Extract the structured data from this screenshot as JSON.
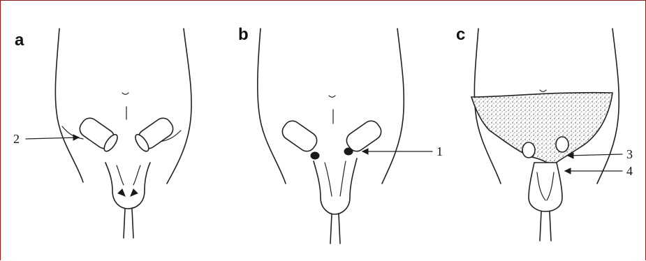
{
  "figure": {
    "panels": [
      {
        "letter": "a",
        "callouts": [
          "2"
        ]
      },
      {
        "letter": "b",
        "callouts": [
          "1"
        ]
      },
      {
        "letter": "c",
        "callouts": [
          "3",
          "4"
        ]
      }
    ]
  },
  "colors": {
    "border": "#8a1c1c",
    "ink": "#222222",
    "background": "#ffffff"
  }
}
